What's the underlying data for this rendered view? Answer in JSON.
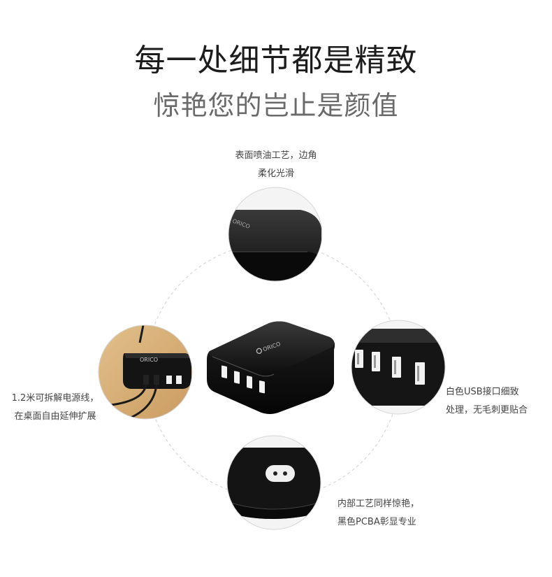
{
  "heading": {
    "title": "每一处细节都是精致",
    "subtitle": "惊艳您的岂止是颜值"
  },
  "callouts": {
    "top": {
      "line1": "表面喷油工艺，边角",
      "line2": "柔化光滑"
    },
    "left": {
      "line1": "1.2米可拆解电源线，",
      "line2": "在桌面自由延伸扩展"
    },
    "right": {
      "line1": "白色USB接口细致",
      "line2": "处理，无毛刺更贴合"
    },
    "bottom": {
      "line1": "内部工艺同样惊艳，",
      "line2": "黑色PCBA彰显专业"
    }
  },
  "product": {
    "brand_mark": "ORICO",
    "usb_port_count": 4
  },
  "colors": {
    "device_black": "#141414",
    "usb_white": "#f2f2f2",
    "dashed_circle": "#cfcfcf",
    "wood": "#d9b27a"
  }
}
